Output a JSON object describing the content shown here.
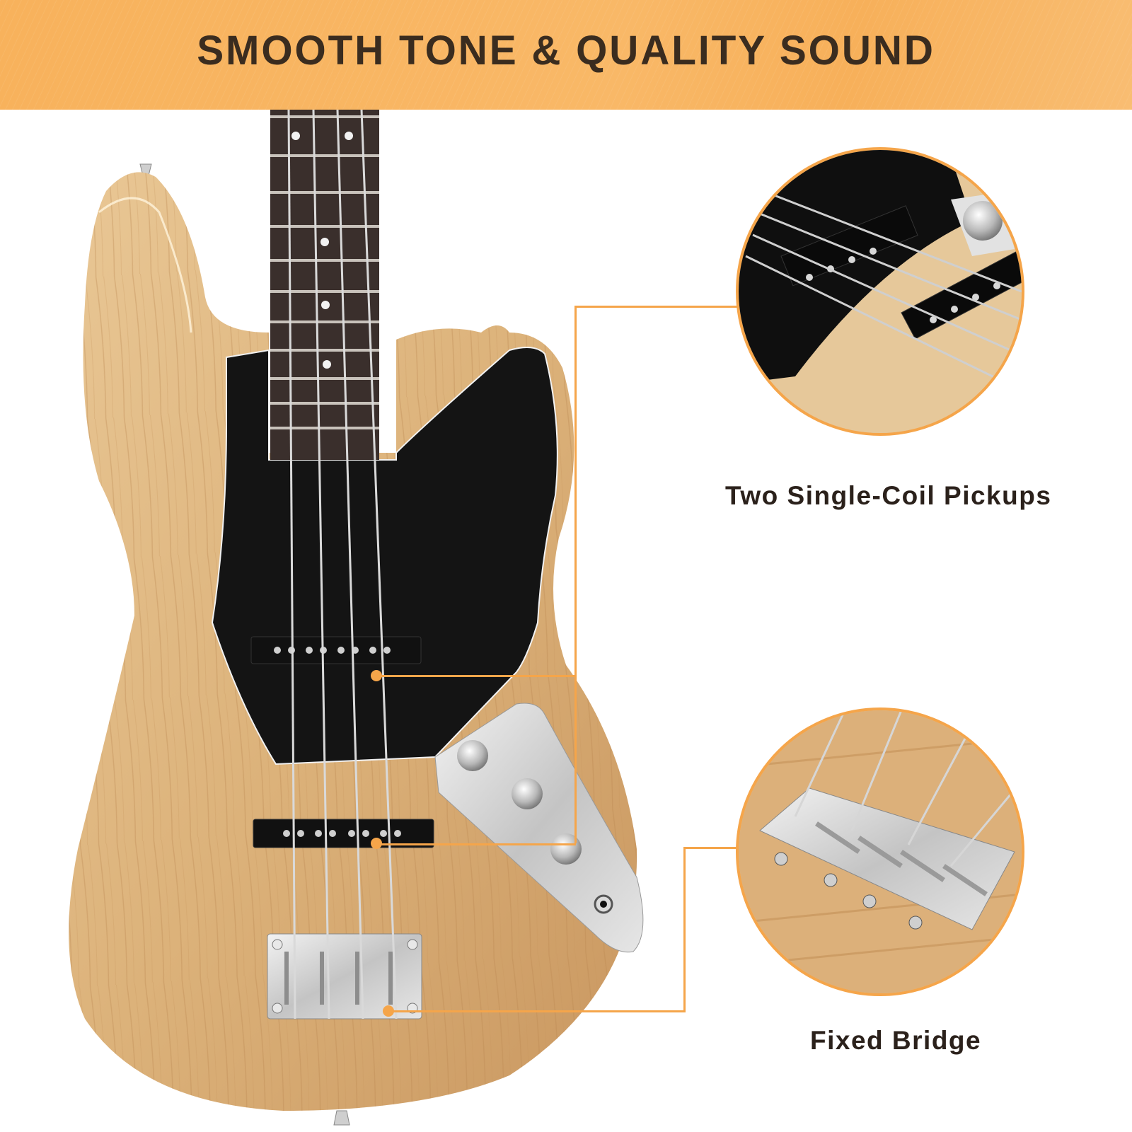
{
  "banner": {
    "title": "SMOOTH TONE & QUALITY SOUND",
    "background_color": "#f9b565",
    "text_color": "#3a2c1f"
  },
  "product": {
    "description": "Natural ash-finish 4-string jazz bass body with black pickguard, rosewood fretboard, chrome control plate",
    "string_count": 4,
    "controls": [
      "volume-knob",
      "volume-knob",
      "tone-knob",
      "output-jack"
    ]
  },
  "callouts": [
    {
      "id": "pickups",
      "label": "Two Single-Coil Pickups",
      "image": "pickup-closeup"
    },
    {
      "id": "bridge",
      "label": "Fixed Bridge",
      "image": "bridge-closeup"
    }
  ],
  "accent_color": "#f5a54a"
}
